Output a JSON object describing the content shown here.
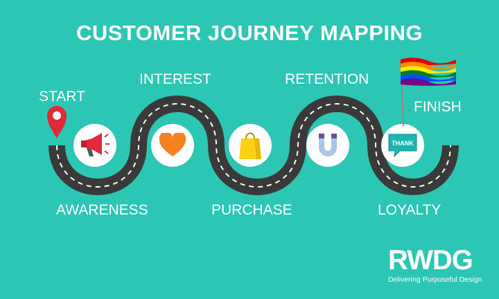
{
  "title": "CUSTOMER JOURNEY MAPPING",
  "stages": {
    "start": "START",
    "awareness": "AWARENESS",
    "interest": "INTEREST",
    "purchase": "PURCHASE",
    "retention": "RETENTION",
    "loyalty": "LOYALTY",
    "finish": "FINISH"
  },
  "icons": {
    "awareness": "megaphone-icon",
    "interest": "heart-icon",
    "purchase": "shopping-bag-icon",
    "retention": "magnet-icon",
    "loyalty": "thank-you-bubble-icon",
    "start": "location-pin-icon",
    "finish": "rainbow-flag-icon"
  },
  "thank_text": "THANK",
  "logo": {
    "name": "RWDG",
    "tagline": "Delivering Purposeful Design"
  },
  "colors": {
    "background": "#2cc6b4",
    "road": "#3a3a3a",
    "heart": "#f58220",
    "bag": "#fcd116",
    "magnet": "#6b4e9b",
    "pin": "#e0293a",
    "bubble": "#1bb5b0"
  }
}
